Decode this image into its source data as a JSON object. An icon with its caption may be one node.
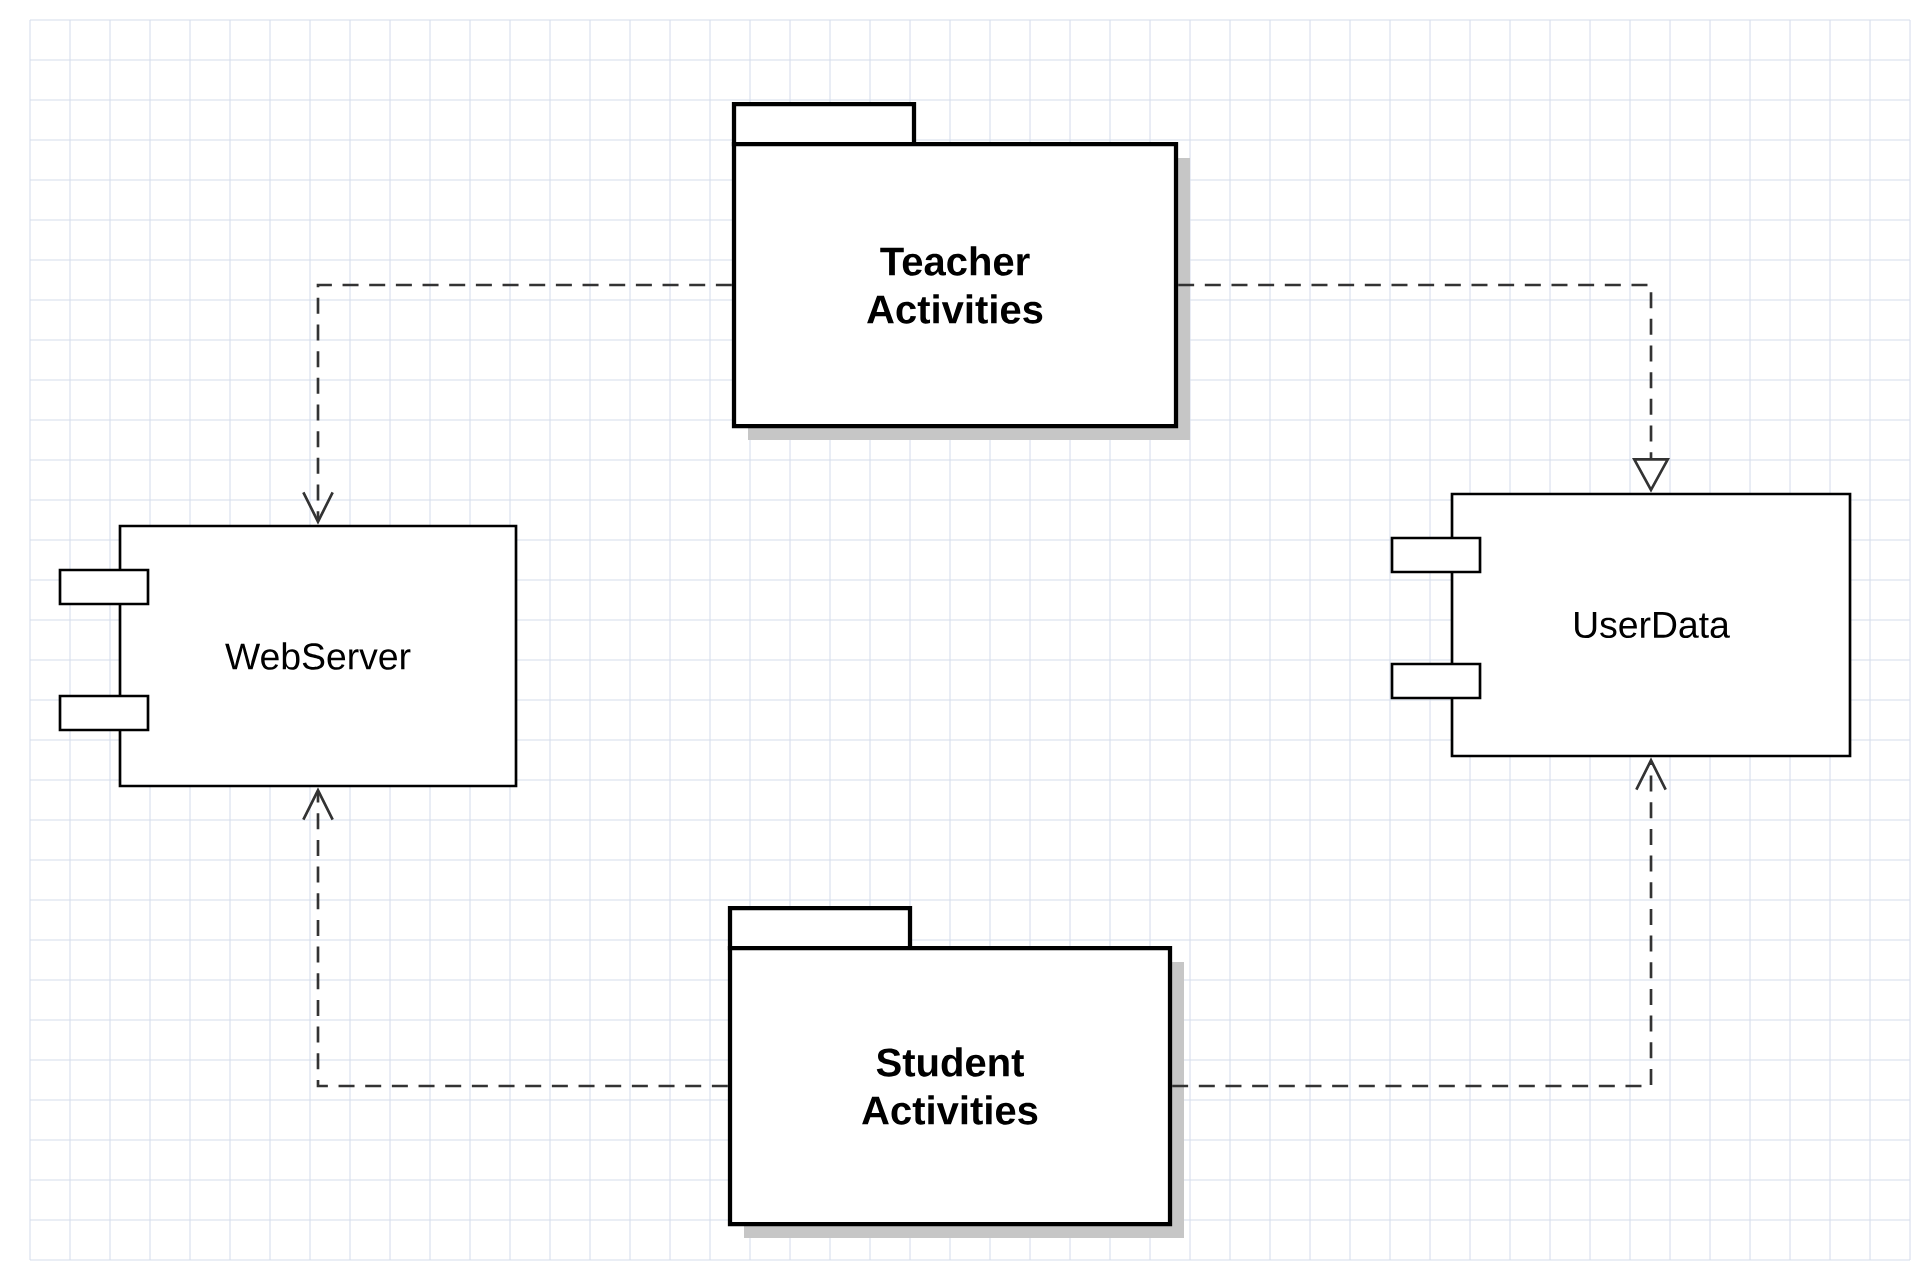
{
  "diagram": {
    "nodes": [
      {
        "text": [
          "Teacher Activities"
        ]
      },
      {
        "text": [
          "WebServer"
        ]
      },
      {
        "text": [
          "UserData"
        ]
      },
      {
        "text": [
          "Student Activities"
        ]
      }
    ],
    "edges": [
      {
        "from": 0,
        "to": 1,
        "arrow": "to",
        "style": "dashed"
      },
      {
        "from": 0,
        "to": 2,
        "arrow": "to",
        "style": "dashed"
      },
      {
        "from": 3,
        "to": 1,
        "arrow": "to",
        "style": "dashed"
      },
      {
        "from": 3,
        "to": 2,
        "arrow": "to",
        "style": "dashed"
      }
    ]
  }
}
